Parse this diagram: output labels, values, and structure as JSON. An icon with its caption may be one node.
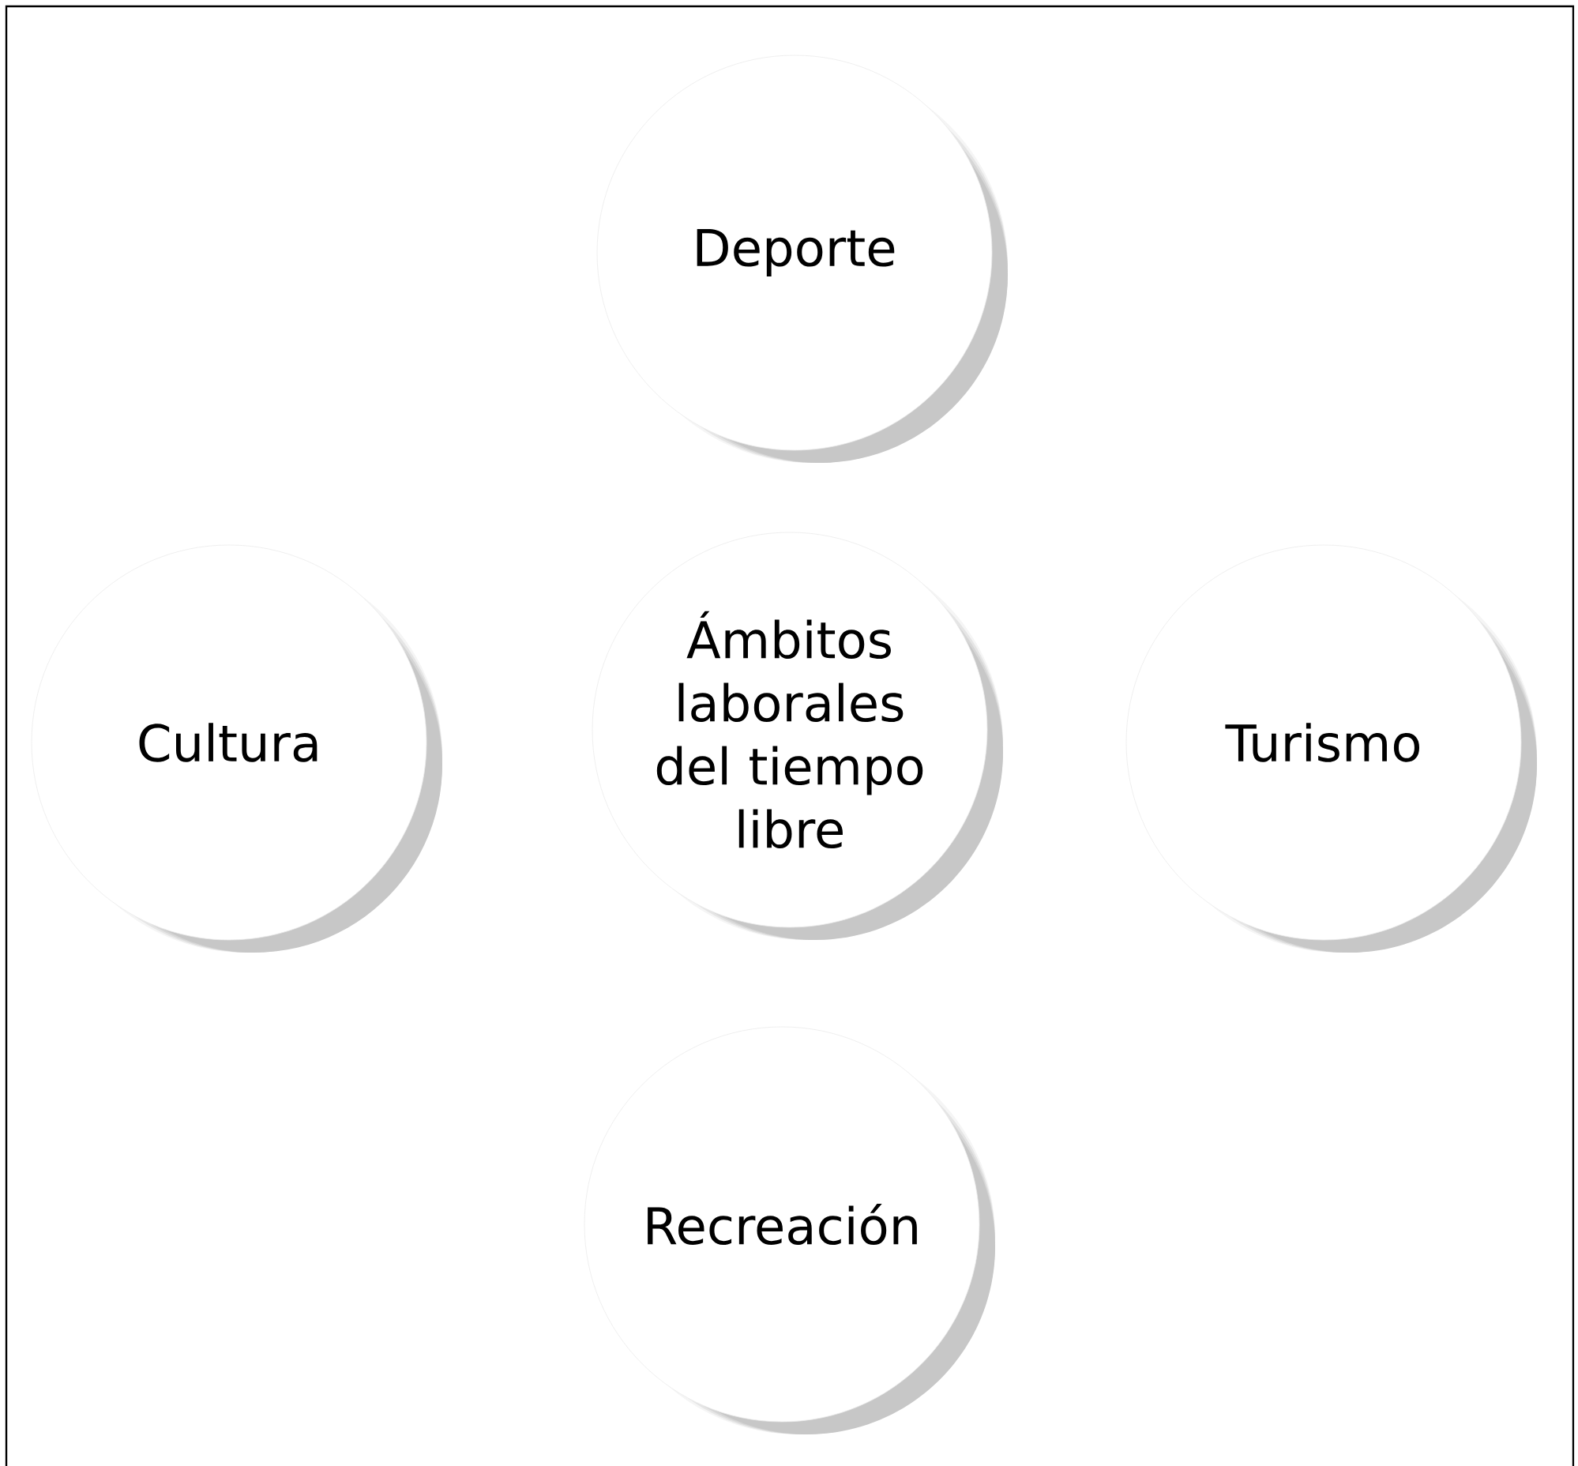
{
  "diagram": {
    "nodes": [
      {
        "text": [
          "Deporte"
        ]
      },
      {
        "text": [
          "Cultura"
        ]
      },
      {
        "text": [
          "Ámbitos laborales del tiempo libre"
        ]
      },
      {
        "text": [
          "Turismo"
        ]
      },
      {
        "text": [
          "Recreación"
        ]
      }
    ]
  }
}
